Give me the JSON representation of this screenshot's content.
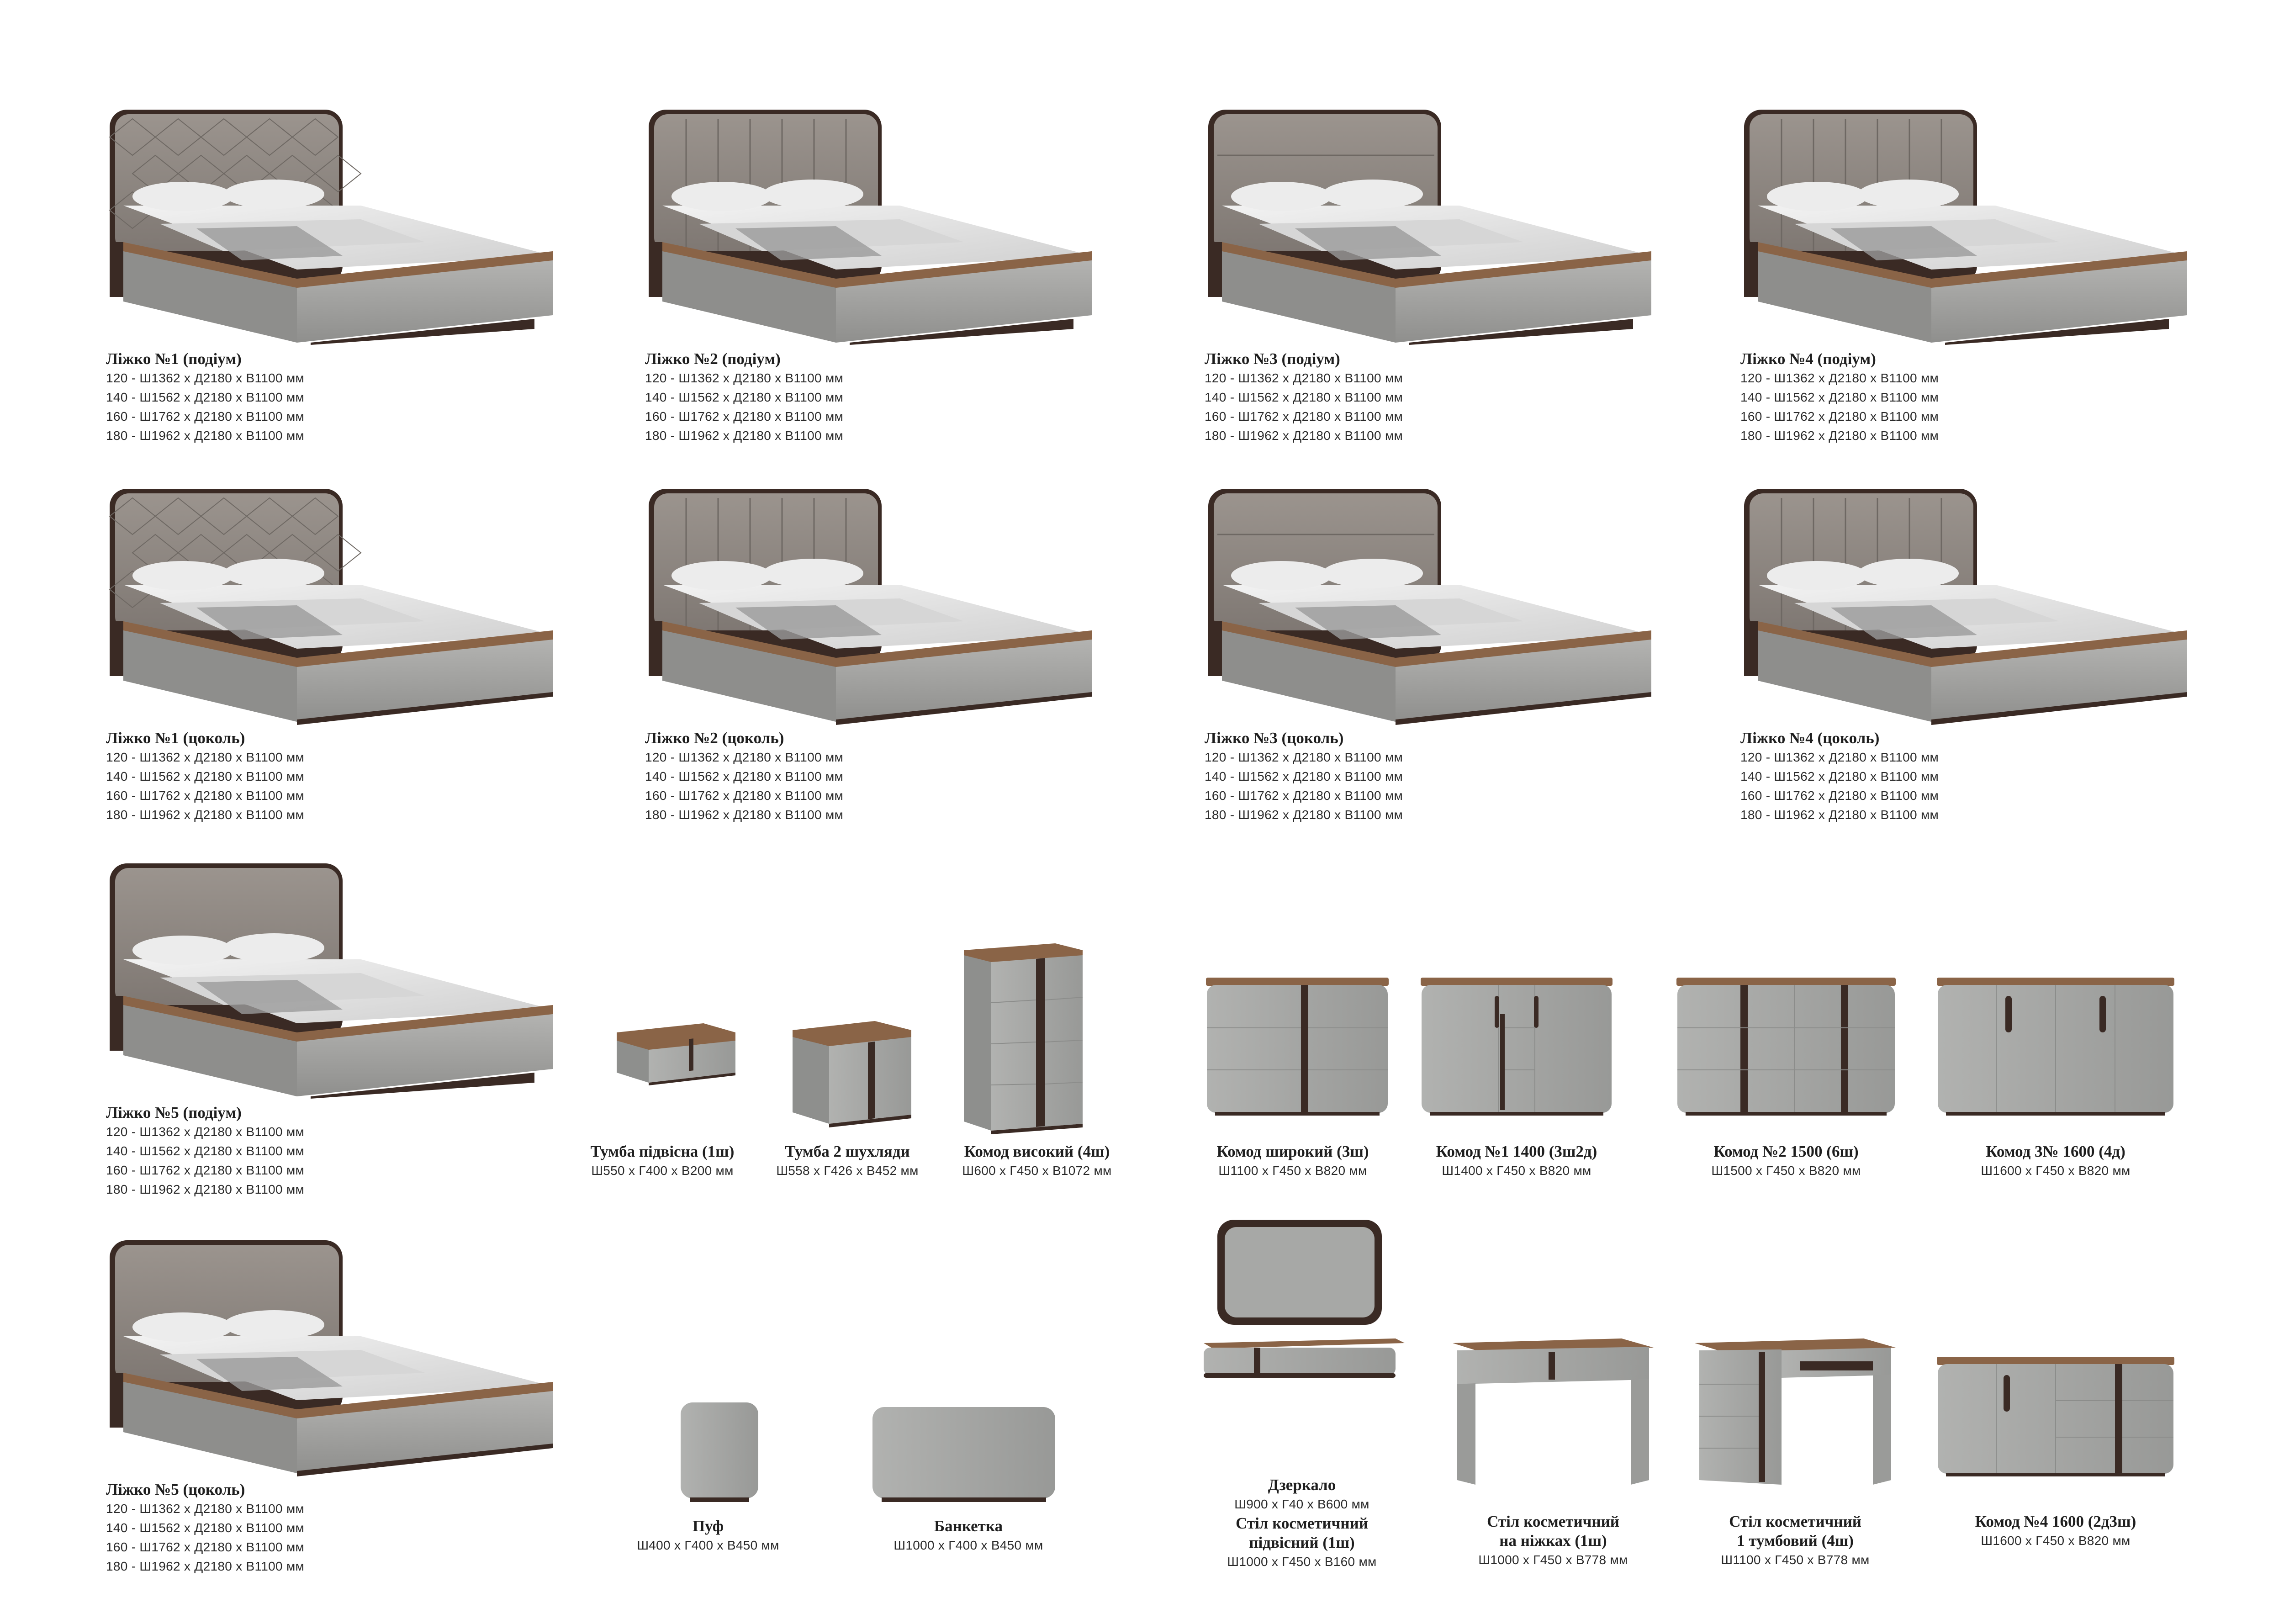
{
  "sizes": [
    "120 - Ш1362 х Д2180 х В1100 мм",
    "140 - Ш1562 х Д2180 х В1100 мм",
    "160 - Ш1762 х Д2180 х В1100 мм",
    "180 - Ш1962 х Д2180 х В1100 мм"
  ],
  "beds": [
    {
      "title": "Ліжко №1 (подіум)",
      "headboard": "diamond",
      "base": "podium"
    },
    {
      "title": "Ліжко №2 (подіум)",
      "headboard": "channel",
      "base": "podium"
    },
    {
      "title": "Ліжко №3 (подіум)",
      "headboard": "band",
      "base": "podium"
    },
    {
      "title": "Ліжко №4 (подіум)",
      "headboard": "channel",
      "base": "podium"
    },
    {
      "title": "Ліжко №1 (цоколь)",
      "headboard": "diamond",
      "base": "plinth"
    },
    {
      "title": "Ліжко №2 (цоколь)",
      "headboard": "channel",
      "base": "plinth"
    },
    {
      "title": "Ліжко №3 (цоколь)",
      "headboard": "band",
      "base": "plinth"
    },
    {
      "title": "Ліжко №4 (цоколь)",
      "headboard": "channel",
      "base": "plinth"
    },
    {
      "title": "Ліжко №5 (подіум)",
      "headboard": "plain",
      "base": "podium"
    },
    {
      "title": "Ліжко №5 (цоколь)",
      "headboard": "plain",
      "base": "plinth"
    }
  ],
  "furniture": [
    {
      "title": "Тумба підвісна (1ш)",
      "dims": "Ш550 х Г400 х В200 мм"
    },
    {
      "title": "Тумба 2 шухляди",
      "dims": "Ш558 х Г426 х В452 мм"
    },
    {
      "title": "Комод високий (4ш)",
      "dims": "Ш600 х Г450 х В1072 мм"
    },
    {
      "title": "Комод широкий (3ш)",
      "dims": "Ш1100 х Г450 х В820 мм"
    },
    {
      "title": "Комод №1 1400 (3ш2д)",
      "dims": "Ш1400 х Г450 х В820 мм"
    },
    {
      "title": "Комод №2 1500 (6ш)",
      "dims": "Ш1500 х Г450 х В820 мм"
    },
    {
      "title": "Комод 3№ 1600 (4д)",
      "dims": "Ш1600 х Г450 х В820 мм"
    },
    {
      "title": "Пуф",
      "dims": "Ш400 х Г400 х В450 мм"
    },
    {
      "title": "Банкетка",
      "dims": "Ш1000 х Г400 х В450 мм"
    },
    {
      "title": "Дзеркало",
      "dims": "Ш900 х Г40 х В600 мм"
    },
    {
      "title1": "Стіл косметичний",
      "title2": "підвісний (1ш)",
      "dims": "Ш1000 х Г450 х В160 мм"
    },
    {
      "title1": "Стіл косметичний",
      "title2": "на ніжках (1ш)",
      "dims": "Ш1000 х Г450 х В778 мм"
    },
    {
      "title1": "Стіл косметичний",
      "title2": "1 тумбовий (4ш)",
      "dims": "Ш1100 х Г450 х В778 мм"
    },
    {
      "title": "Комод №4 1600 (2д3ш)",
      "dims": "Ш1600 х Г450 х В820 мм"
    }
  ],
  "colors": {
    "upholstery": "#8f8882",
    "frame": "#a7a8a6",
    "trim": "#3a2a24",
    "walnut": "#8a6447",
    "bedding": "#e8e8e8",
    "cabinet": "#a4a5a3"
  }
}
